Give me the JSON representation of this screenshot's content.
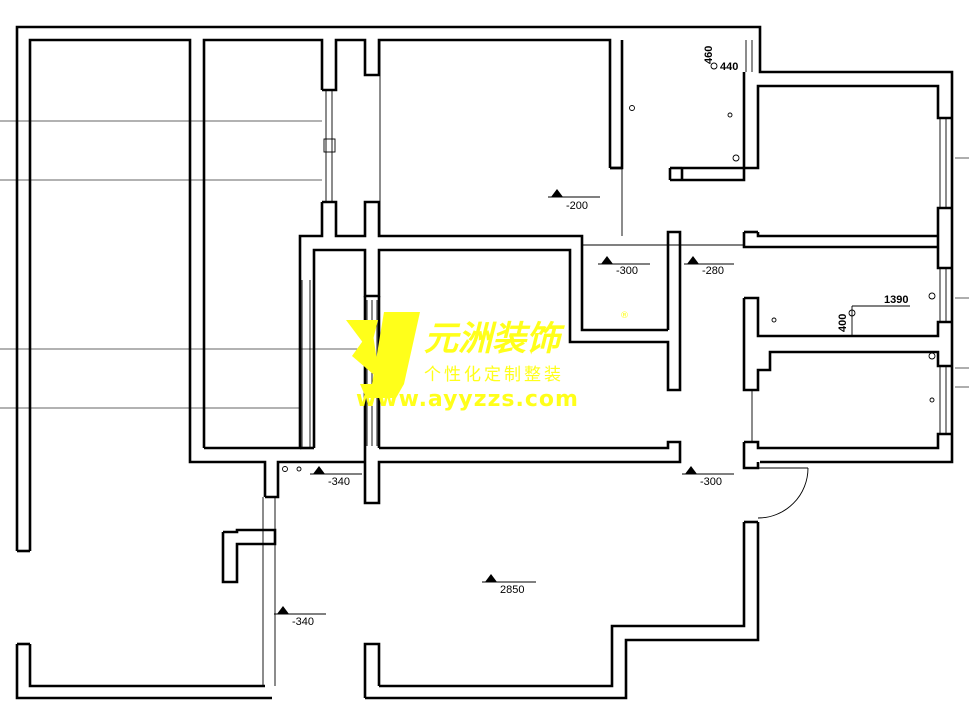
{
  "watermark": {
    "brand": "元洲装饰",
    "registered_mark": "®",
    "tagline": "个性化定制整装",
    "url": "www.ayyzzs.com"
  },
  "levels": [
    "-200",
    "-300",
    "-280",
    "-340",
    "-300",
    "2850",
    "-340"
  ],
  "dimensions": [
    "460",
    "440",
    "1390",
    "400"
  ],
  "colors": {
    "wall": "#000000",
    "watermark": "#ffff1a",
    "background": "#ffffff"
  }
}
